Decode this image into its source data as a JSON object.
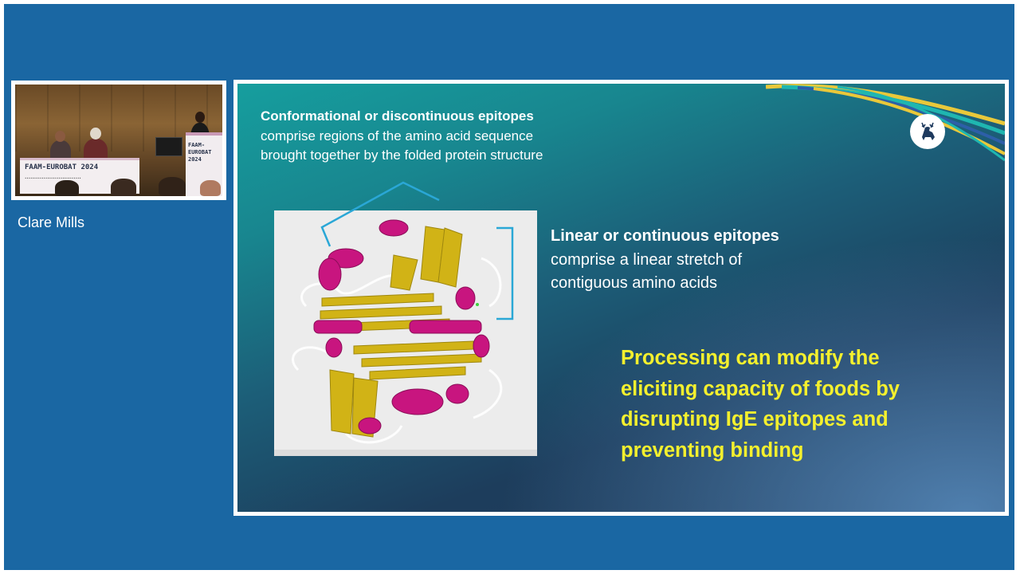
{
  "presenter": {
    "name": "Clare Mills"
  },
  "camera": {
    "table_sign": "FAAM-EUROBAT 2024",
    "banner_sign": "FAAM-\nEUROBAT\n2024"
  },
  "slide": {
    "conformational": {
      "title": "Conformational or discontinuous epitopes",
      "body": "comprise regions of the amino acid sequence brought together by the folded protein structure"
    },
    "linear": {
      "title": "Linear or continuous epitopes",
      "body": "comprise a linear stretch of contiguous amino acids"
    },
    "processing": {
      "text": "Processing can modify the eliciting capacity of foods by disrupting IgE epitopes and preventing binding"
    },
    "logo_icon": "stag-icon"
  },
  "colors": {
    "background": "#1a67a3",
    "highlight_text": "#f4f02e",
    "bracket": "#2aa7d6",
    "helix": "#c8157f",
    "sheet": "#d1b316"
  }
}
